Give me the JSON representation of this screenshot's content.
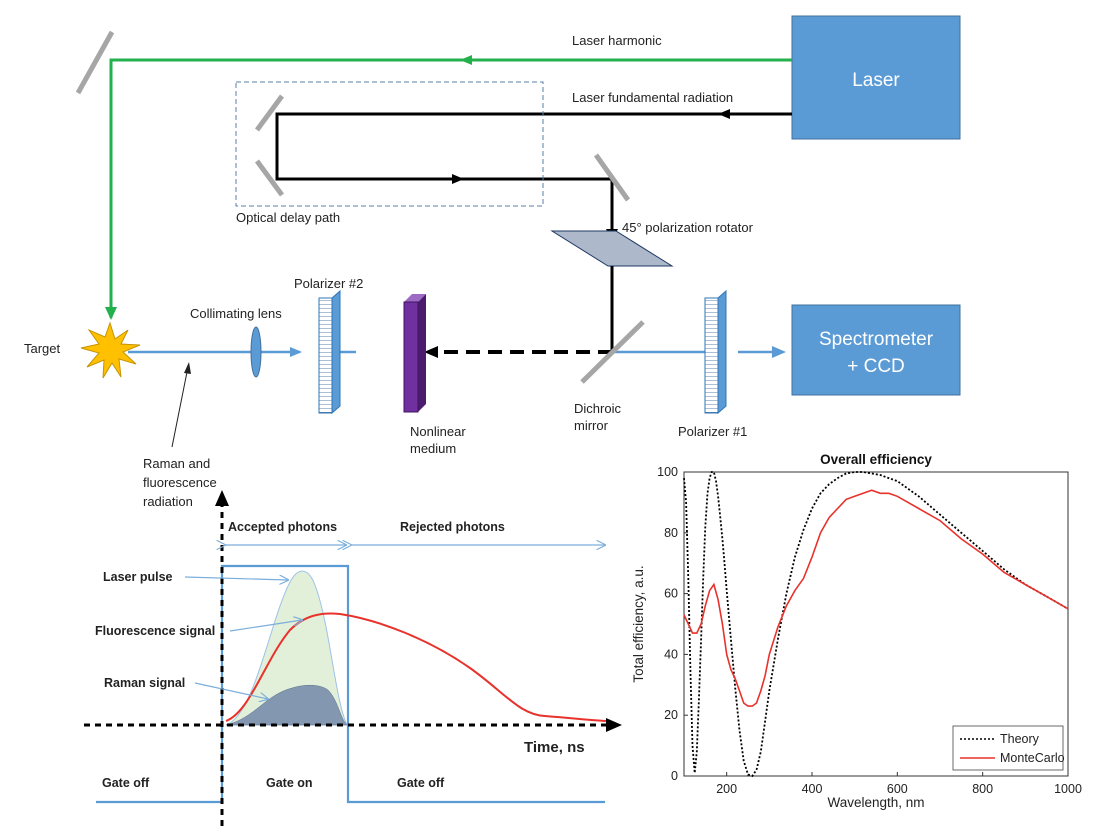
{
  "labels": {
    "laser": "Laser",
    "spectrometer_l1": "Spectrometer",
    "spectrometer_l2": "+ CCD",
    "laser_harmonic": "Laser harmonic",
    "laser_fundamental": "Laser fundamental radiation",
    "optical_delay": "Optical delay path",
    "polarization_rotator": "45° polarization  rotator",
    "polarizer2": "Polarizer #2",
    "polarizer1": "Polarizer #1",
    "collimating_lens": "Collimating lens",
    "target": "Target",
    "nonlinear_l1": "Nonlinear",
    "nonlinear_l2": "medium",
    "dichroic_l1": "Dichroic",
    "dichroic_l2": "mirror",
    "raman_l1": "Raman and",
    "raman_l2": "fluorescence",
    "raman_l3": "radiation"
  },
  "timing": {
    "accepted": "Accepted photons",
    "rejected": "Rejected photons",
    "laser_pulse": "Laser pulse",
    "fluorescence_signal": "Fluorescence signal",
    "raman_signal": "Raman signal",
    "time_axis": "Time, ns",
    "gate_off_1": "Gate off",
    "gate_on": "Gate on",
    "gate_off_2": "Gate off"
  },
  "colors": {
    "box_blue": "#5b9bd5",
    "beam_green": "#22b14c",
    "beam_black": "#000000",
    "beam_blue": "#5b9bd5",
    "fluor_red": "#e8322b",
    "laser_fill": "#e2efd9",
    "raman_fill": "#8497b0",
    "nonlinear_purple": "#7030a0",
    "star": "#ffc000"
  },
  "chart_data": {
    "type": "line",
    "title": "Overall efficiency",
    "xlabel": "Wavelength, nm",
    "ylabel": "Total efficiency, a.u.",
    "xlim": [
      100,
      1000
    ],
    "ylim": [
      0,
      100
    ],
    "xticks": [
      200,
      400,
      600,
      800,
      1000
    ],
    "yticks": [
      0,
      20,
      40,
      60,
      80,
      100
    ],
    "legend_position": "bottom-right",
    "series": [
      {
        "name": "Theory",
        "style": "dotted",
        "color": "#000000",
        "x": [
          100,
          105,
          110,
          115,
          120,
          125,
          130,
          135,
          140,
          145,
          150,
          155,
          160,
          165,
          170,
          175,
          180,
          185,
          190,
          195,
          200,
          210,
          220,
          230,
          240,
          250,
          260,
          270,
          280,
          290,
          300,
          320,
          340,
          360,
          380,
          400,
          420,
          440,
          460,
          480,
          500,
          520,
          540,
          560,
          580,
          600,
          650,
          700,
          750,
          800,
          850,
          900,
          950,
          1000
        ],
        "y": [
          98,
          90,
          65,
          35,
          10,
          1,
          8,
          25,
          45,
          65,
          82,
          93,
          98,
          100,
          100,
          97,
          92,
          85,
          78,
          70,
          61,
          45,
          29,
          15,
          5,
          0.5,
          0,
          2,
          8,
          18,
          28,
          45,
          60,
          72,
          81,
          88,
          93,
          96,
          98,
          99.5,
          100,
          100,
          99.5,
          99,
          98,
          97,
          92,
          86,
          80,
          74,
          68,
          63,
          59,
          55
        ]
      },
      {
        "name": "MonteCarlo",
        "style": "solid",
        "color": "#e8322b",
        "x": [
          100,
          110,
          120,
          130,
          140,
          150,
          160,
          170,
          180,
          190,
          200,
          210,
          220,
          230,
          240,
          250,
          260,
          270,
          280,
          290,
          300,
          320,
          340,
          360,
          380,
          400,
          420,
          440,
          460,
          480,
          500,
          520,
          540,
          560,
          580,
          600,
          650,
          700,
          750,
          800,
          850,
          900,
          950,
          1000
        ],
        "y": [
          53,
          50,
          47,
          47,
          50,
          56,
          61,
          63,
          58,
          50,
          40,
          35,
          32,
          28,
          24,
          23,
          23,
          24,
          28,
          33,
          40,
          49,
          56,
          61,
          65,
          72,
          80,
          85,
          88,
          91,
          92,
          93,
          94,
          93,
          93,
          92,
          88,
          84,
          78,
          73,
          67,
          63,
          59,
          55
        ]
      }
    ]
  }
}
